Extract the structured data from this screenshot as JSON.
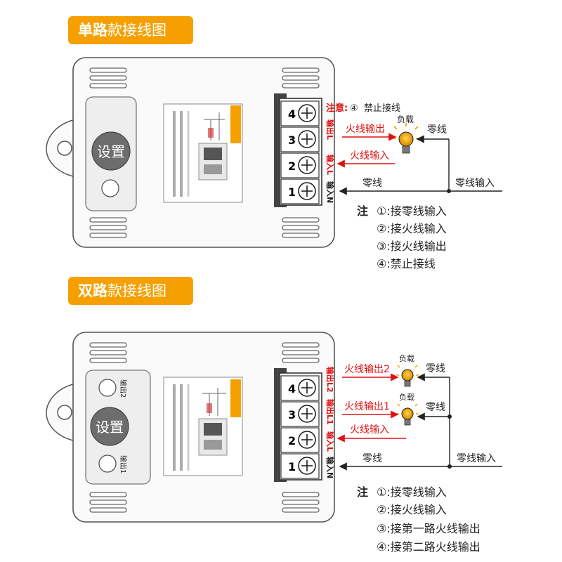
{
  "colors": {
    "accent": "#f5a000",
    "red": "#e01010",
    "dark": "#222222",
    "case": "#fafafa"
  },
  "single": {
    "title_bold": "单路",
    "title_rest": "款接线图",
    "button_label": "设置",
    "warning": "注意:",
    "warning_num": "④",
    "warning_text": "禁止接线",
    "load_label": "负载",
    "fire_out": "火线输出",
    "fire_in": "火线输入",
    "neutral": "零线",
    "neutral_top": "零线",
    "neutral_in": "零线输入",
    "side_out": "输出L",
    "side_in": "输入L",
    "side_n": "输入N",
    "terminals": [
      "4",
      "3",
      "2",
      "1"
    ],
    "notes_head": "注",
    "notes": [
      "①:接零线输入",
      "②:接火线输入",
      "③:接火线输出",
      "④:禁止接线"
    ]
  },
  "dual": {
    "title_bold": "双路",
    "title_rest": "款接线图",
    "button_label": "设置",
    "out2_label": "输出2",
    "out1_label": "输出1",
    "load_label": "负载",
    "fire_out2": "火线输出2",
    "fire_out1": "火线输出1",
    "fire_in": "火线输入",
    "neutral": "零线",
    "neutral_a": "零线",
    "neutral_b": "零线",
    "neutral_in": "零线输入",
    "side_out2": "输出L2",
    "side_out1": "输出L1",
    "side_in": "输入L",
    "side_n": "输入N",
    "terminals": [
      "4",
      "3",
      "2",
      "1"
    ],
    "notes_head": "注",
    "notes": [
      "①:接零线输入",
      "②:接火线输入",
      "③:接第一路火线输出",
      "④:接第二路火线输出"
    ]
  }
}
